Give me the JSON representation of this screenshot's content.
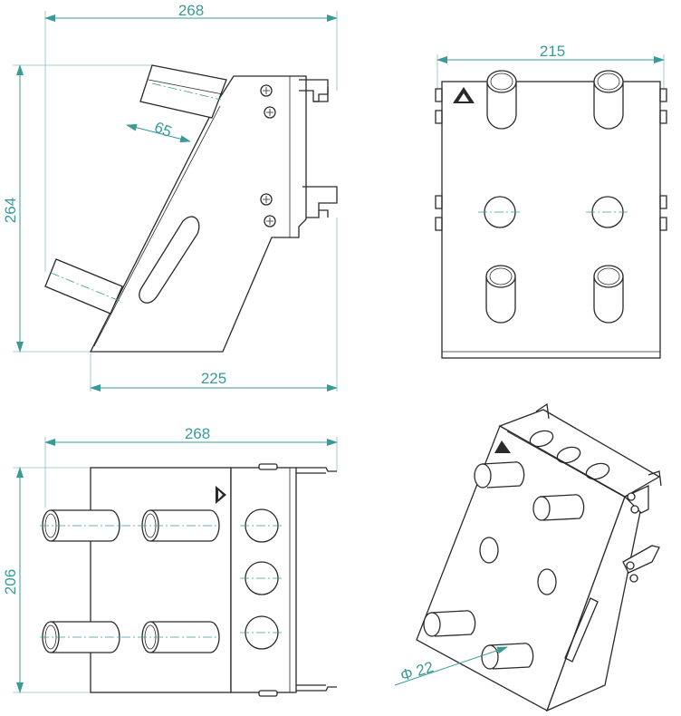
{
  "dimensions": {
    "side_width": "268",
    "side_height": "264",
    "tube_length": "65",
    "base_width": "225",
    "front_width": "215",
    "top_width": "268",
    "top_height": "206",
    "tube_diameter": "Φ 22"
  },
  "colors": {
    "dimension": "#3a9a98",
    "outline": "#2a2a2a"
  },
  "icons": [
    "warning-triangle-icon",
    "screw-icon"
  ]
}
